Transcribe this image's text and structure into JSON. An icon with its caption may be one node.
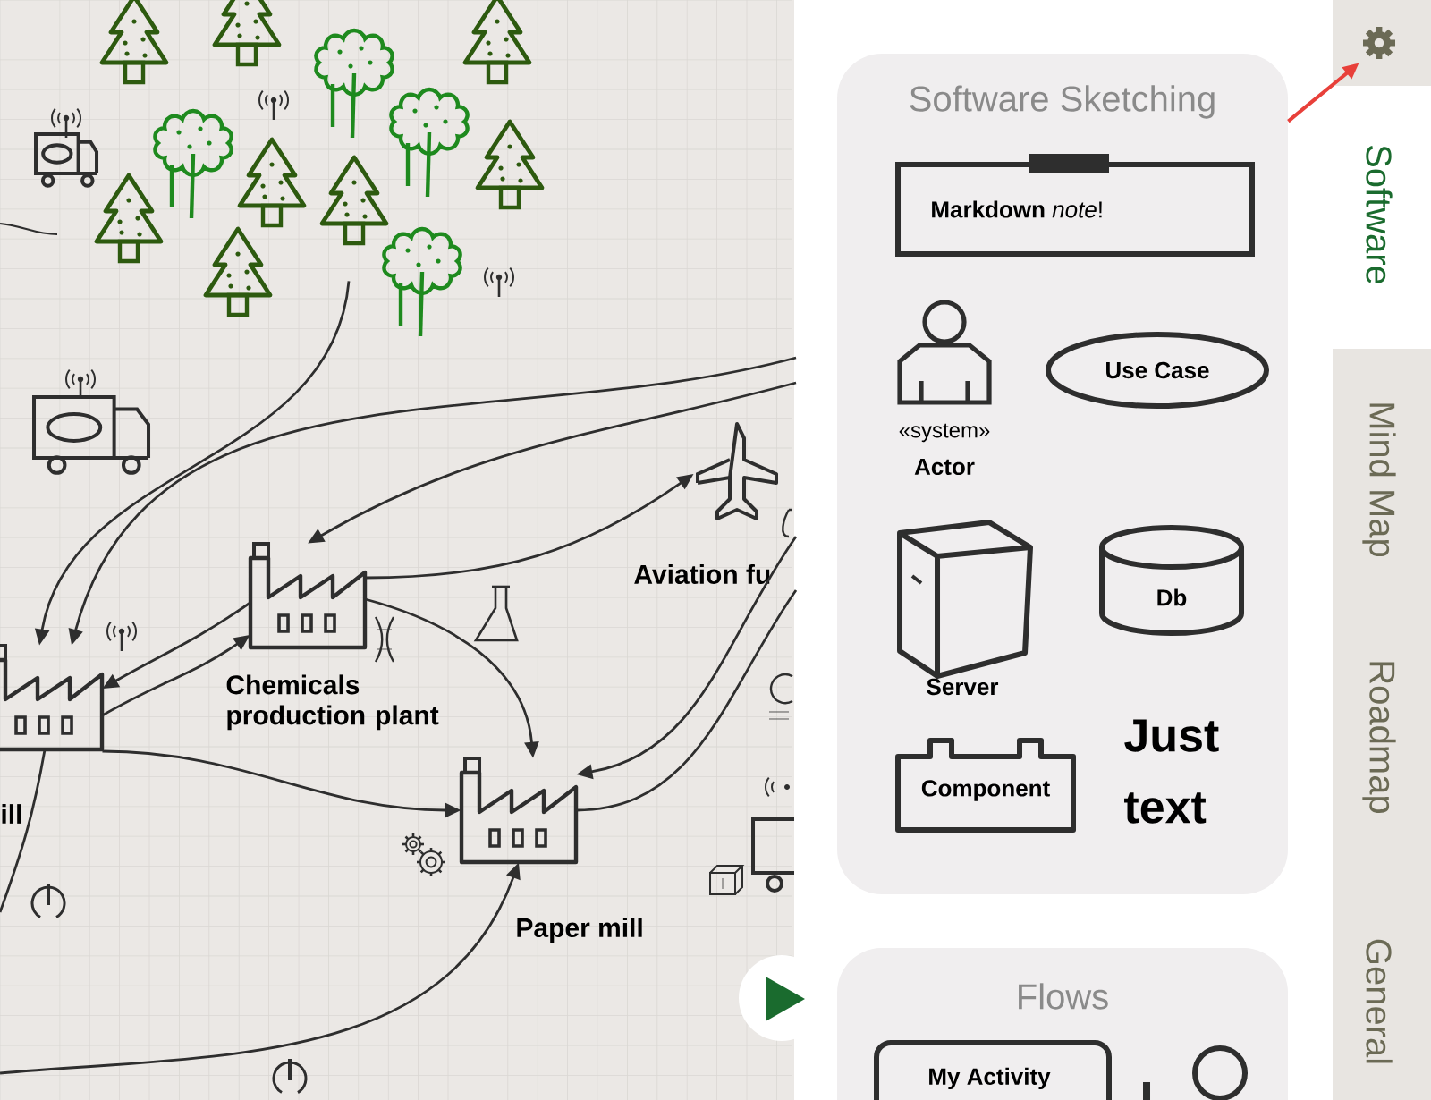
{
  "diagram": {
    "nodes": [
      {
        "text": [],
        "shape": "picture"
      },
      {
        "text": [
          "ill"
        ]
      },
      {
        "text": [
          "Chemicals production plant"
        ]
      },
      {
        "text": [
          "Aviation fu"
        ]
      },
      {
        "text": [
          "Paper mill"
        ]
      },
      {
        "text": [
          "Software Sketching"
        ]
      },
      {
        "text": [
          "**Markdown** *note*!"
        ],
        "in": 5
      },
      {
        "text": [
          "«system»",
          "Actor"
        ],
        "in": 5
      },
      {
        "text": [
          "Use Case"
        ],
        "in": 5
      },
      {
        "text": [
          "Server"
        ],
        "in": 5
      },
      {
        "text": [
          "Db"
        ],
        "in": 5
      },
      {
        "text": [
          "Component"
        ],
        "in": 5
      },
      {
        "text": [
          "Just text"
        ],
        "in": 5
      },
      {
        "text": [
          "Flows"
        ]
      },
      {
        "text": [
          "My Activity"
        ],
        "in": 13
      },
      {
        "text": [],
        "shape": "picture"
      }
    ],
    "edges": [
      {
        "from": 0,
        "to": 1,
        "arrow": "to"
      },
      {
        "from": null,
        "to": 1,
        "arrow": "to"
      },
      {
        "from": null,
        "to": 2,
        "arrow": "to"
      },
      {
        "from": 2,
        "to": 3,
        "arrow": "to"
      },
      {
        "from": 2,
        "to": 4,
        "arrow": "to"
      },
      {
        "from": 1,
        "to": 2,
        "arrow": "to"
      },
      {
        "from": 2,
        "to": 1,
        "arrow": "to"
      },
      {
        "from": 1,
        "to": 4,
        "arrow": "to"
      },
      {
        "from": null,
        "to": 4,
        "arrow": "to"
      },
      {
        "from": 4,
        "to": null,
        "arrow": "none"
      },
      {
        "from": null,
        "to": 4,
        "arrow": "to"
      },
      {
        "from": 1,
        "to": null,
        "arrow": "none"
      },
      {
        "from": 5,
        "to": 15,
        "arrow": "to",
        "color": "#e8403a"
      }
    ],
    "labels": [
      "Software",
      "Mind Map",
      "Roadmap",
      "General"
    ]
  }
}
